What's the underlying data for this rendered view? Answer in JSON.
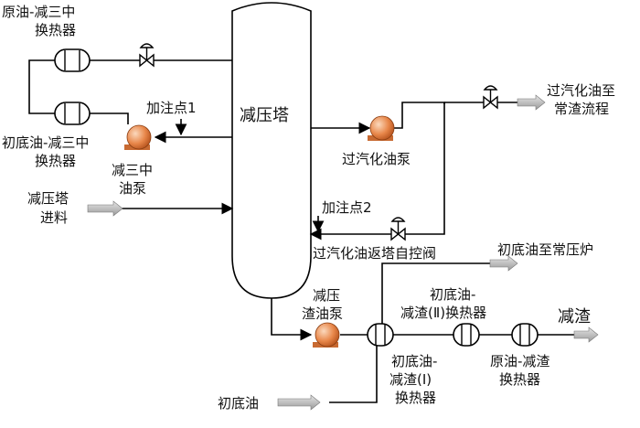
{
  "labels": {
    "tower": "减压塔",
    "hx_crude_l3": [
      "原油-减三中",
      "换热器"
    ],
    "hx_init_l3": [
      "初底油-减三中",
      "换热器"
    ],
    "pump_l3": [
      "减三中",
      "油泵"
    ],
    "inject1": "加注点1",
    "inject2": "加注点2",
    "feed": [
      "减压塔",
      "进料"
    ],
    "pump_overflash": "过汽化油泵",
    "to_atm_residue": [
      "过汽化油至",
      "常渣流程"
    ],
    "return_valve": "过汽化油返塔自控阀",
    "init_to_furnace": "初底油至常压炉",
    "pump_residue": [
      "减压",
      "渣油泵"
    ],
    "hx_init_res2": [
      "初底油-",
      "减渣(Ⅱ)换热器"
    ],
    "residue_out": "减渣",
    "hx_init_res1": [
      "初底油-",
      "减渣(Ⅰ)",
      "换热器"
    ],
    "hx_crude_res": [
      "原油-减渣",
      "换热器"
    ],
    "init_oil_in": "初底油"
  },
  "colors": {
    "pump_fill": "#e8874a",
    "pump_highlight": "#f6c29a",
    "arrow_fill": "#b4b4b4",
    "line": "#000000"
  }
}
